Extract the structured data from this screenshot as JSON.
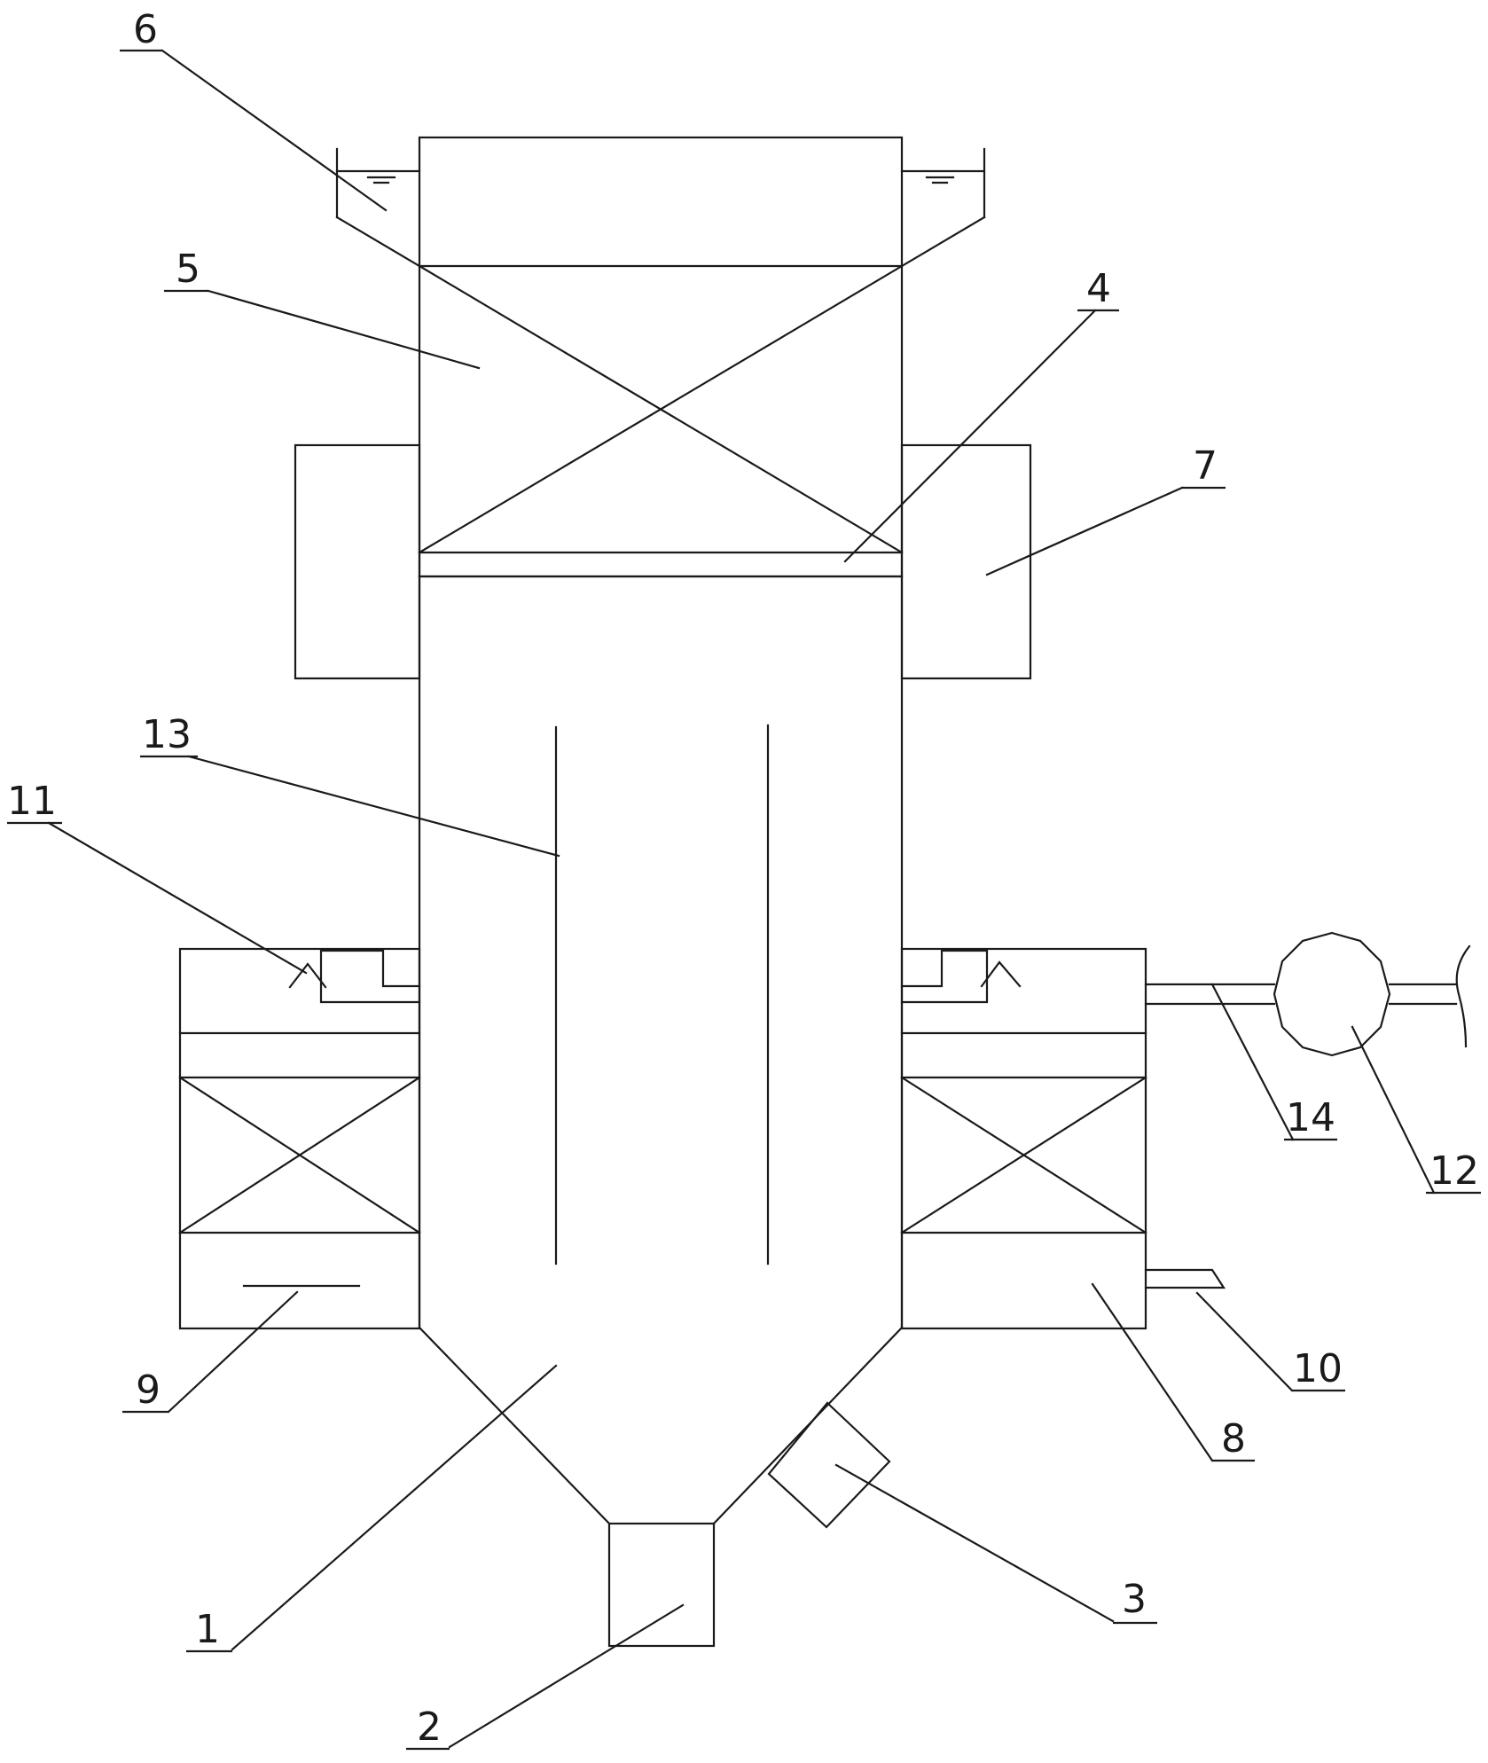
{
  "labels": [
    {
      "id": "1",
      "text": "1"
    },
    {
      "id": "2",
      "text": "2"
    },
    {
      "id": "3",
      "text": "3"
    },
    {
      "id": "4",
      "text": "4"
    },
    {
      "id": "5",
      "text": "5"
    },
    {
      "id": "6",
      "text": "6"
    },
    {
      "id": "7",
      "text": "7"
    },
    {
      "id": "8",
      "text": "8"
    },
    {
      "id": "9",
      "text": "9"
    },
    {
      "id": "10",
      "text": "10"
    },
    {
      "id": "11",
      "text": "11"
    },
    {
      "id": "12",
      "text": "12"
    },
    {
      "id": "13",
      "text": "13"
    },
    {
      "id": "14",
      "text": "14"
    }
  ]
}
